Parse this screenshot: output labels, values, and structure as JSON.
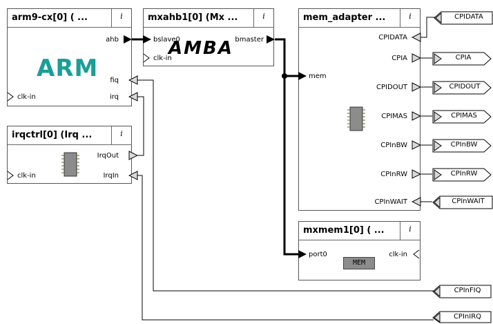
{
  "blocks": {
    "arm9": {
      "title": "arm9-cx[0] ( ...",
      "info": "i",
      "logo": "ARM",
      "ports": {
        "ahb": "ahb",
        "fiq": "fiq",
        "irq": "irq",
        "clk_in": "clk-in"
      }
    },
    "mxahb1": {
      "title": "mxahb1[0] (Mx ...",
      "info": "i",
      "logo": "AMBA",
      "ports": {
        "bslave0": "bslave0",
        "bmaster": "bmaster",
        "clk_in": "clk-in"
      }
    },
    "mem_adapter": {
      "title": "mem_adapter ...",
      "info": "i",
      "ports": {
        "mem": "mem",
        "CPIDATA": "CPIDATA",
        "CPIA": "CPIA",
        "CPIDOUT": "CPIDOUT",
        "CPIMAS": "CPIMAS",
        "CPInBW": "CPInBW",
        "CPInRW": "CPInRW",
        "CPInWAIT": "CPInWAIT"
      }
    },
    "irqctrl": {
      "title": "irqctrl[0] (Irq ...",
      "info": "i",
      "ports": {
        "IrqOut": "IrqOut",
        "IrqIn": "IrqIn",
        "clk_in": "clk-in"
      }
    },
    "mxmem1": {
      "title": "mxmem1[0] ( ...",
      "info": "i",
      "chip_label": "MEM",
      "ports": {
        "port0": "port0",
        "clk_in": "clk-in"
      }
    }
  },
  "external_ports": {
    "CPIDATA": "CPIDATA",
    "CPIA": "CPIA",
    "CPIDOUT": "CPIDOUT",
    "CPIMAS": "CPIMAS",
    "CPInBW": "CPInBW",
    "CPInRW": "CPInRW",
    "CPInWAIT": "CPInWAIT",
    "CPInFIQ": "CPInFIQ",
    "CPInIRQ": "CPInIRQ"
  },
  "colors": {
    "arm_logo": "#1a9e98",
    "chip": "#8c8c8c",
    "wire": "#000000",
    "port_fill": "#d9d9d9"
  }
}
